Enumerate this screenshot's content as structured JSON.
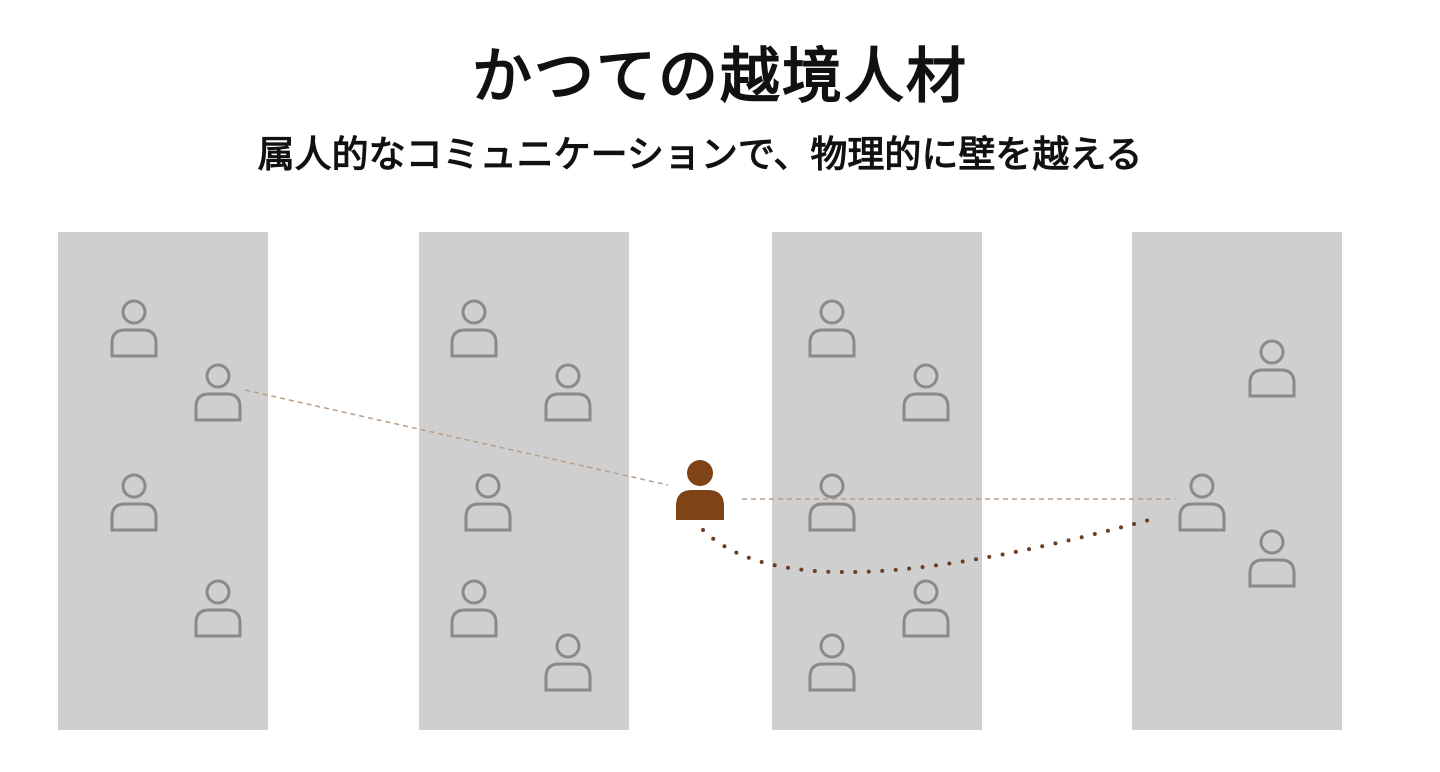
{
  "title": "かつての越境人材",
  "subtitle": "属人的なコミュニケーションで、物理的に壁を越える",
  "colors": {
    "column": "#cfcfcf",
    "person_outline": "#8a8a8a",
    "highlight_person": "#7e4418",
    "dashed_line": "#b89f8a",
    "dotted_curve": "#6b3e22"
  },
  "diagram": {
    "silo_count": 4,
    "people_per_silo": [
      4,
      5,
      5,
      3
    ],
    "highlight_person_icon": "person-filled-icon",
    "member_icon": "person-outline-icon"
  }
}
